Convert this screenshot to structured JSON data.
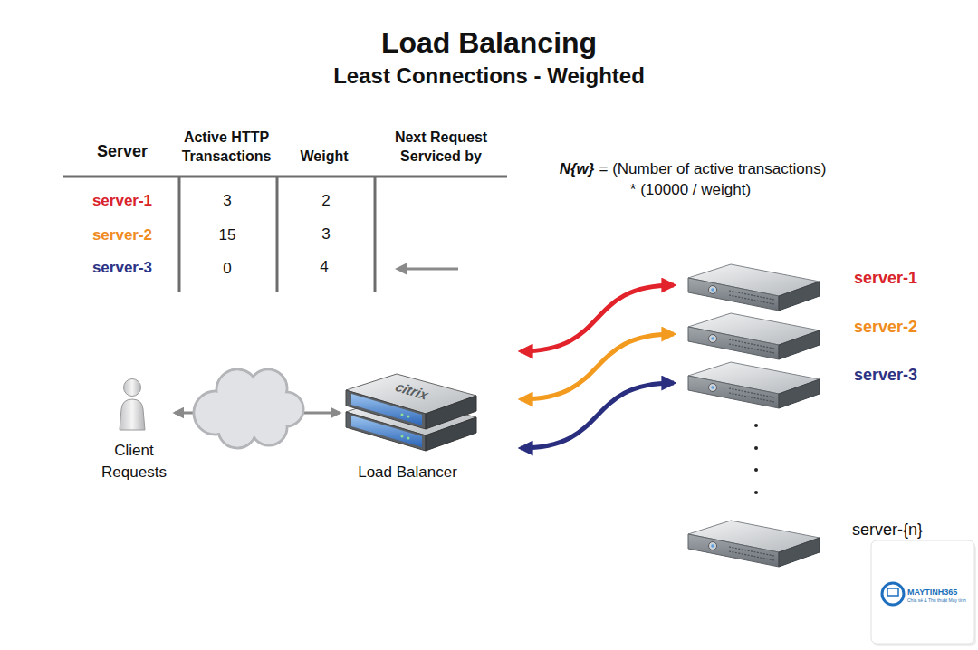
{
  "diagram": {
    "title": "Load Balancing",
    "nodes": [
      {
        "text": [
          "Client Requests"
        ]
      },
      {
        "text": [
          "Load Balancer"
        ]
      },
      {
        "text": [
          "server-1"
        ]
      },
      {
        "text": [
          "server-2"
        ]
      },
      {
        "text": [
          "server-3"
        ]
      },
      {
        "text": [
          "server-{n}"
        ]
      }
    ],
    "edges": [
      {
        "from": 0,
        "to": 1,
        "arrow": "both"
      },
      {
        "from": 1,
        "to": 2,
        "arrow": "both"
      },
      {
        "from": 1,
        "to": 3,
        "arrow": "both"
      },
      {
        "from": 1,
        "to": 4,
        "arrow": "both"
      }
    ],
    "labels": [
      "Least Connections - Weighted",
      "Server",
      "Active HTTP Transactions",
      "Weight",
      "Next Request Serviced by",
      "server-1",
      "3",
      "2",
      "server-2",
      "15",
      "3",
      "server-3",
      "0",
      "4",
      "N{w}",
      "= (Number of active transactions) * (10000 / weight)",
      "citrix",
      "MAYTINH365",
      "Chia sẻ & Thủ thuật Máy tính"
    ]
  }
}
